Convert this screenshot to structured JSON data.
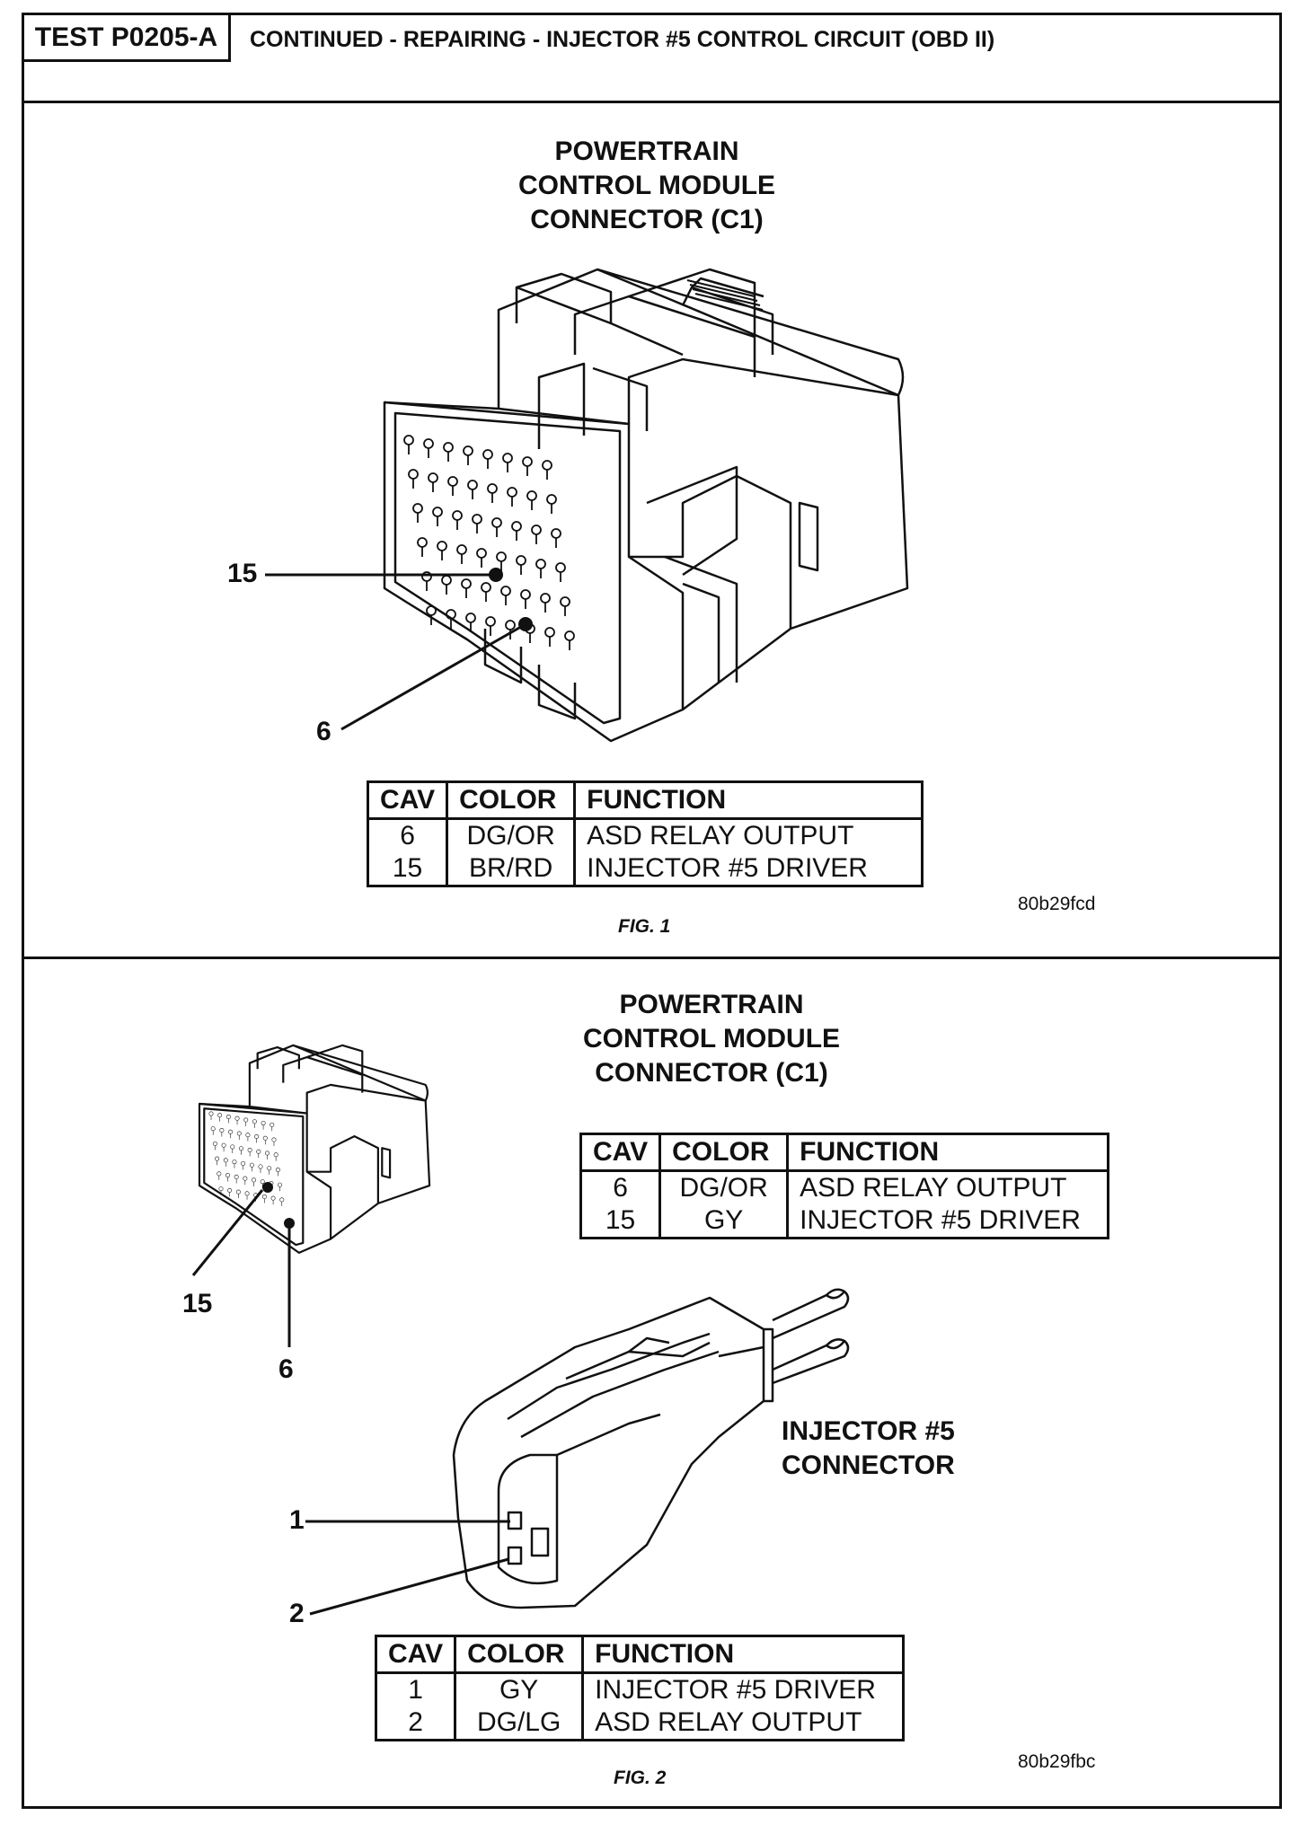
{
  "header": {
    "test_id": "TEST P0205-A",
    "title": "CONTINUED - REPAIRING - INJECTOR #5 CONTROL CIRCUIT (OBD II)"
  },
  "fig1": {
    "title": [
      "POWERTRAIN",
      "CONTROL MODULE",
      "CONNECTOR (C1)"
    ],
    "callouts": [
      "15",
      "6"
    ],
    "table": {
      "headers": [
        "CAV",
        "COLOR",
        "FUNCTION"
      ],
      "rows": [
        [
          "6",
          "DG/OR",
          "ASD RELAY OUTPUT"
        ],
        [
          "15",
          "BR/RD",
          "INJECTOR #5 DRIVER"
        ]
      ]
    },
    "code": "80b29fcd",
    "caption": "FIG. 1"
  },
  "fig2": {
    "pcm_title": [
      "POWERTRAIN",
      "CONTROL MODULE",
      "CONNECTOR (C1)"
    ],
    "pcm_callouts": [
      "15",
      "6"
    ],
    "pcm_table": {
      "headers": [
        "CAV",
        "COLOR",
        "FUNCTION"
      ],
      "rows": [
        [
          "6",
          "DG/OR",
          "ASD RELAY OUTPUT"
        ],
        [
          "15",
          "GY",
          "INJECTOR #5 DRIVER"
        ]
      ]
    },
    "injector_title": [
      "INJECTOR #5",
      "CONNECTOR"
    ],
    "injector_callouts": [
      "1",
      "2"
    ],
    "injector_table": {
      "headers": [
        "CAV",
        "COLOR",
        "FUNCTION"
      ],
      "rows": [
        [
          "1",
          "GY",
          "INJECTOR #5 DRIVER"
        ],
        [
          "2",
          "DG/LG",
          "ASD RELAY OUTPUT"
        ]
      ]
    },
    "code": "80b29fbc",
    "caption": "FIG. 2"
  }
}
